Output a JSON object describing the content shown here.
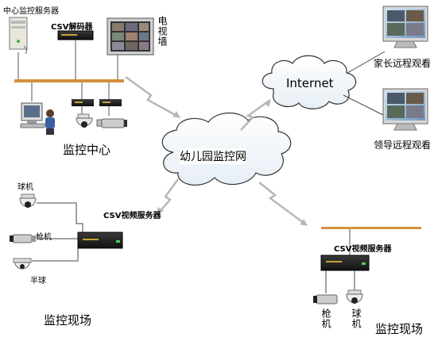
{
  "center": {
    "server_label": "中心监控服务器",
    "decoder_label": "CSV解码器",
    "tv_wall_label": "电视墙",
    "title": "监控中心"
  },
  "cloud_main": {
    "label": "幼儿园监控网"
  },
  "cloud_internet": {
    "label": "Internet"
  },
  "remote": {
    "parents_label": "家长远程观看",
    "leaders_label": "领导远程观看"
  },
  "site_left": {
    "dome_label": "球机",
    "gun_label": "枪机",
    "half_dome_label": "半球",
    "server_label": "CSV视频服务器",
    "title": "监控现场"
  },
  "site_right": {
    "server_label": "CSV视频服务器",
    "gun_label": "枪机",
    "dome_label": "球机",
    "title": "监控现场"
  }
}
